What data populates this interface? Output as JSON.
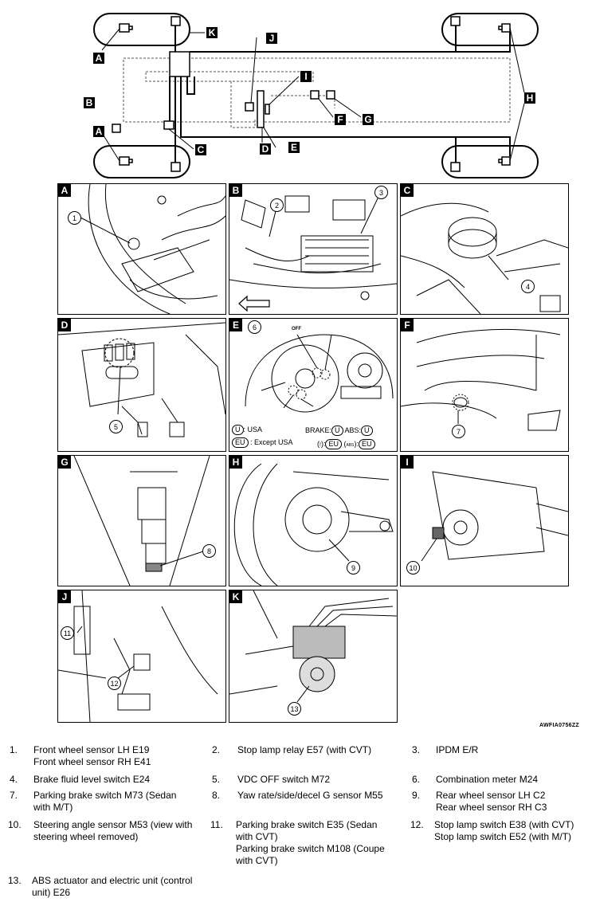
{
  "diagram": {
    "top_labels": [
      "A",
      "K",
      "J",
      "I",
      "H",
      "B",
      "A",
      "F",
      "G",
      "C",
      "D",
      "E"
    ],
    "panels": [
      {
        "letter": "A",
        "callouts": [
          "1"
        ]
      },
      {
        "letter": "B",
        "callouts": [
          "2",
          "3"
        ]
      },
      {
        "letter": "C",
        "callouts": [
          "4"
        ]
      },
      {
        "letter": "D",
        "callouts": [
          "5"
        ]
      },
      {
        "letter": "E",
        "callouts": [
          "6"
        ]
      },
      {
        "letter": "F",
        "callouts": [
          "7"
        ]
      },
      {
        "letter": "G",
        "callouts": [
          "8"
        ]
      },
      {
        "letter": "H",
        "callouts": [
          "9"
        ]
      },
      {
        "letter": "I",
        "callouts": [
          "10"
        ]
      },
      {
        "letter": "J",
        "callouts": [
          "11",
          "12"
        ]
      },
      {
        "letter": "K",
        "callouts": [
          "13"
        ]
      }
    ],
    "meter_key": {
      "u_code": "U",
      "u_text": ": USA",
      "eu_code": "EU",
      "eu_text": ": Except USA",
      "brake": "BRAKE:",
      "abs": "ABS:",
      "off": "OFF",
      "abs_icon": "ABS",
      "brake_u": "U",
      "abs_u": "U",
      "brake_eu": "EU",
      "abs_eu": "EU"
    },
    "code": "AWFIA0756ZZ"
  },
  "legend": [
    {
      "num": "1.",
      "lines": [
        "Front wheel sensor LH E19",
        "Front wheel sensor RH E41"
      ]
    },
    {
      "num": "2.",
      "lines": [
        "Stop lamp relay E57 (with CVT)"
      ]
    },
    {
      "num": "3.",
      "lines": [
        "IPDM E/R"
      ]
    },
    {
      "num": "4.",
      "lines": [
        "Brake fluid level switch E24"
      ]
    },
    {
      "num": "5.",
      "lines": [
        "VDC OFF switch M72"
      ]
    },
    {
      "num": "6.",
      "lines": [
        "Combination meter M24"
      ]
    },
    {
      "num": "7.",
      "lines": [
        "Parking brake switch M73 (Sedan",
        "with M/T)"
      ]
    },
    {
      "num": "8.",
      "lines": [
        "Yaw rate/side/decel G sensor M55"
      ]
    },
    {
      "num": "9.",
      "lines": [
        "Rear wheel sensor LH C2",
        "Rear wheel sensor RH C3"
      ]
    },
    {
      "num": "10.",
      "lines": [
        "Steering angle sensor M53 (view with",
        "steering wheel removed)"
      ]
    },
    {
      "num": "11.",
      "lines": [
        "Parking brake switch E35 (Sedan",
        "with CVT)",
        "Parking brake switch M108 (Coupe",
        "with CVT)"
      ]
    },
    {
      "num": "12.",
      "lines": [
        "Stop lamp switch E38 (with CVT)",
        "Stop lamp switch E52 (with M/T)"
      ]
    },
    {
      "num": "13.",
      "lines": [
        "ABS actuator and electric unit (control",
        "unit) E26"
      ]
    }
  ]
}
